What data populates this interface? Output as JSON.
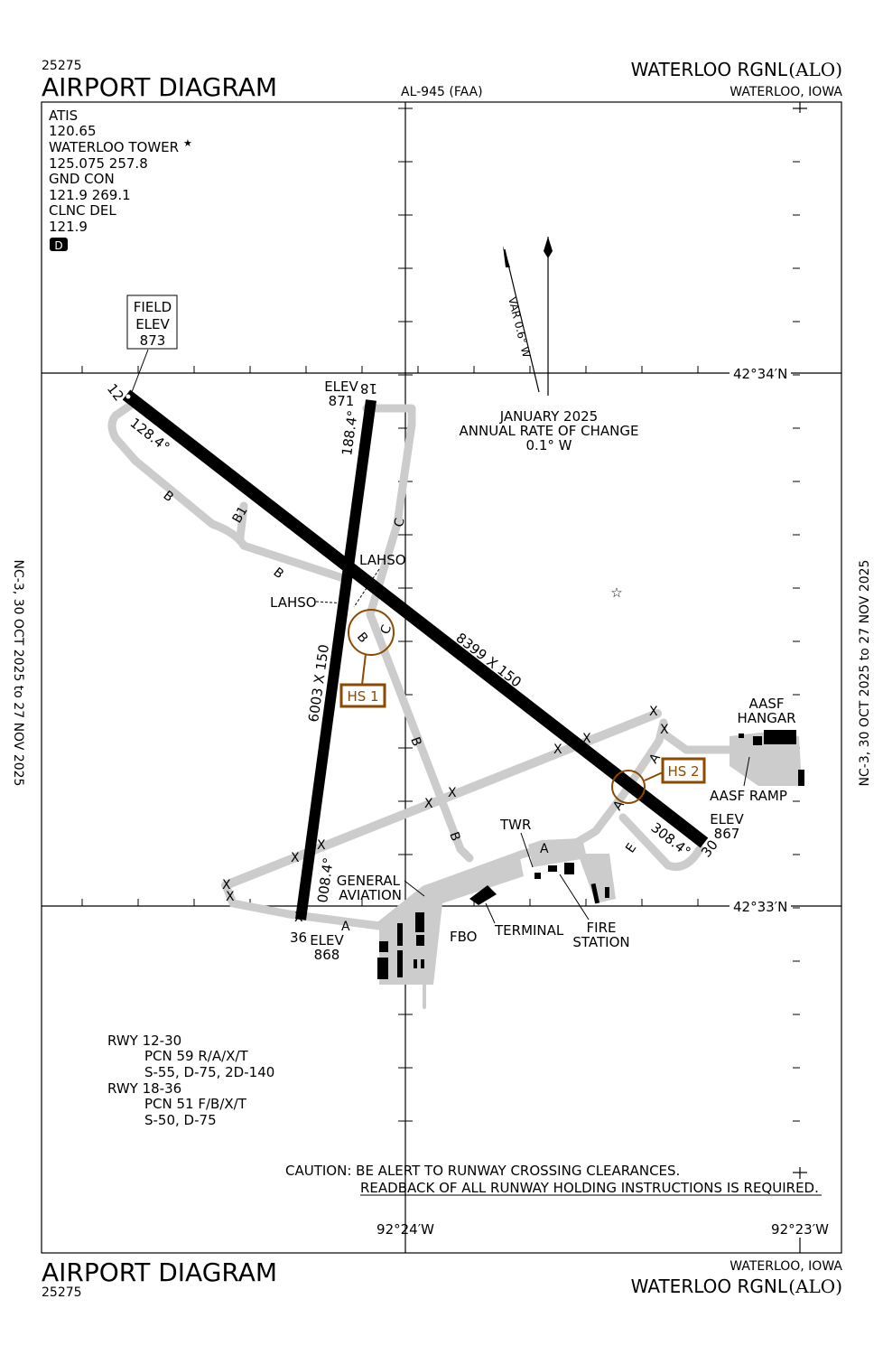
{
  "header": {
    "chart_number": "25275",
    "title": "AIRPORT DIAGRAM",
    "procedure_id": "AL-945 (FAA)",
    "airport_name": "WATERLOO RGNL",
    "airport_code": "(ALO)",
    "city_state": "WATERLOO, IOWA"
  },
  "footer": {
    "chart_number": "25275",
    "title": "AIRPORT DIAGRAM",
    "airport_name": "WATERLOO RGNL",
    "airport_code": "(ALO)",
    "city_state": "WATERLOO, IOWA"
  },
  "side_labels": {
    "left": "NC-3,  30 OCT 2025  to  27 NOV 2025",
    "right": "NC-3,  30 OCT 2025  to  27 NOV 2025"
  },
  "frequencies": [
    "ATIS",
    "120.65",
    "WATERLOO TOWER",
    "125.075  257.8",
    "GND CON",
    "121.9  269.1",
    "CLNC DEL",
    "121.9"
  ],
  "tower_star": "★",
  "d_badge": "D",
  "field_elev": {
    "line1": "FIELD",
    "line2": "ELEV",
    "value": "873"
  },
  "magnetic": {
    "var": "VAR 0.6° W",
    "date": "JANUARY 2025",
    "rate_label": "ANNUAL RATE OF CHANGE",
    "rate": "0.1° W"
  },
  "coordinates": {
    "lat_north": "42°34′N",
    "lat_south": "42°33′N",
    "lon_west": "92°24′W",
    "lon_east": "92°23′W"
  },
  "runways": {
    "rwy12": "12",
    "rwy30": "30",
    "rwy18": "18",
    "rwy36": "36",
    "hdg12": "128.4°",
    "hdg30": "308.4°",
    "hdg18": "188.4°",
    "hdg36": "008.4°",
    "dim_12_30": "8399 X 150",
    "dim_18_36": "6003 X 150",
    "elev18_label": "ELEV",
    "elev18": "871",
    "elev30_label": "ELEV",
    "elev30": "867",
    "elev36_label": "ELEV",
    "elev36": "868"
  },
  "taxiways": {
    "a": "A",
    "b": "B",
    "b1": "B1",
    "c": "C",
    "e": "E",
    "x": "X"
  },
  "labels": {
    "lahso": "LAHSO",
    "hs1": "HS 1",
    "hs2": "HS 2",
    "aasf_hangar_1": "AASF",
    "aasf_hangar_2": "HANGAR",
    "aasf_ramp": "AASF RAMP",
    "twr": "TWR",
    "general_aviation_1": "GENERAL",
    "general_aviation_2": "AVIATION",
    "fbo": "FBO",
    "terminal": "TERMINAL",
    "fire_station_1": "FIRE",
    "fire_station_2": "STATION",
    "beacon": "☆"
  },
  "runway_info": [
    "RWY 12-30",
    "PCN 59 R/A/X/T",
    "S-55, D-75, 2D-140",
    "RWY 18-36",
    "PCN 51 F/B/X/T",
    "S-50, D-75"
  ],
  "caution": {
    "line1": "CAUTION: BE ALERT TO RUNWAY CROSSING CLEARANCES.",
    "line2": "READBACK OF ALL RUNWAY HOLDING INSTRUCTIONS IS REQUIRED."
  },
  "colors": {
    "taxiway": "#cccccc",
    "hotspot": "#8a4a00",
    "runway": "#000000"
  }
}
